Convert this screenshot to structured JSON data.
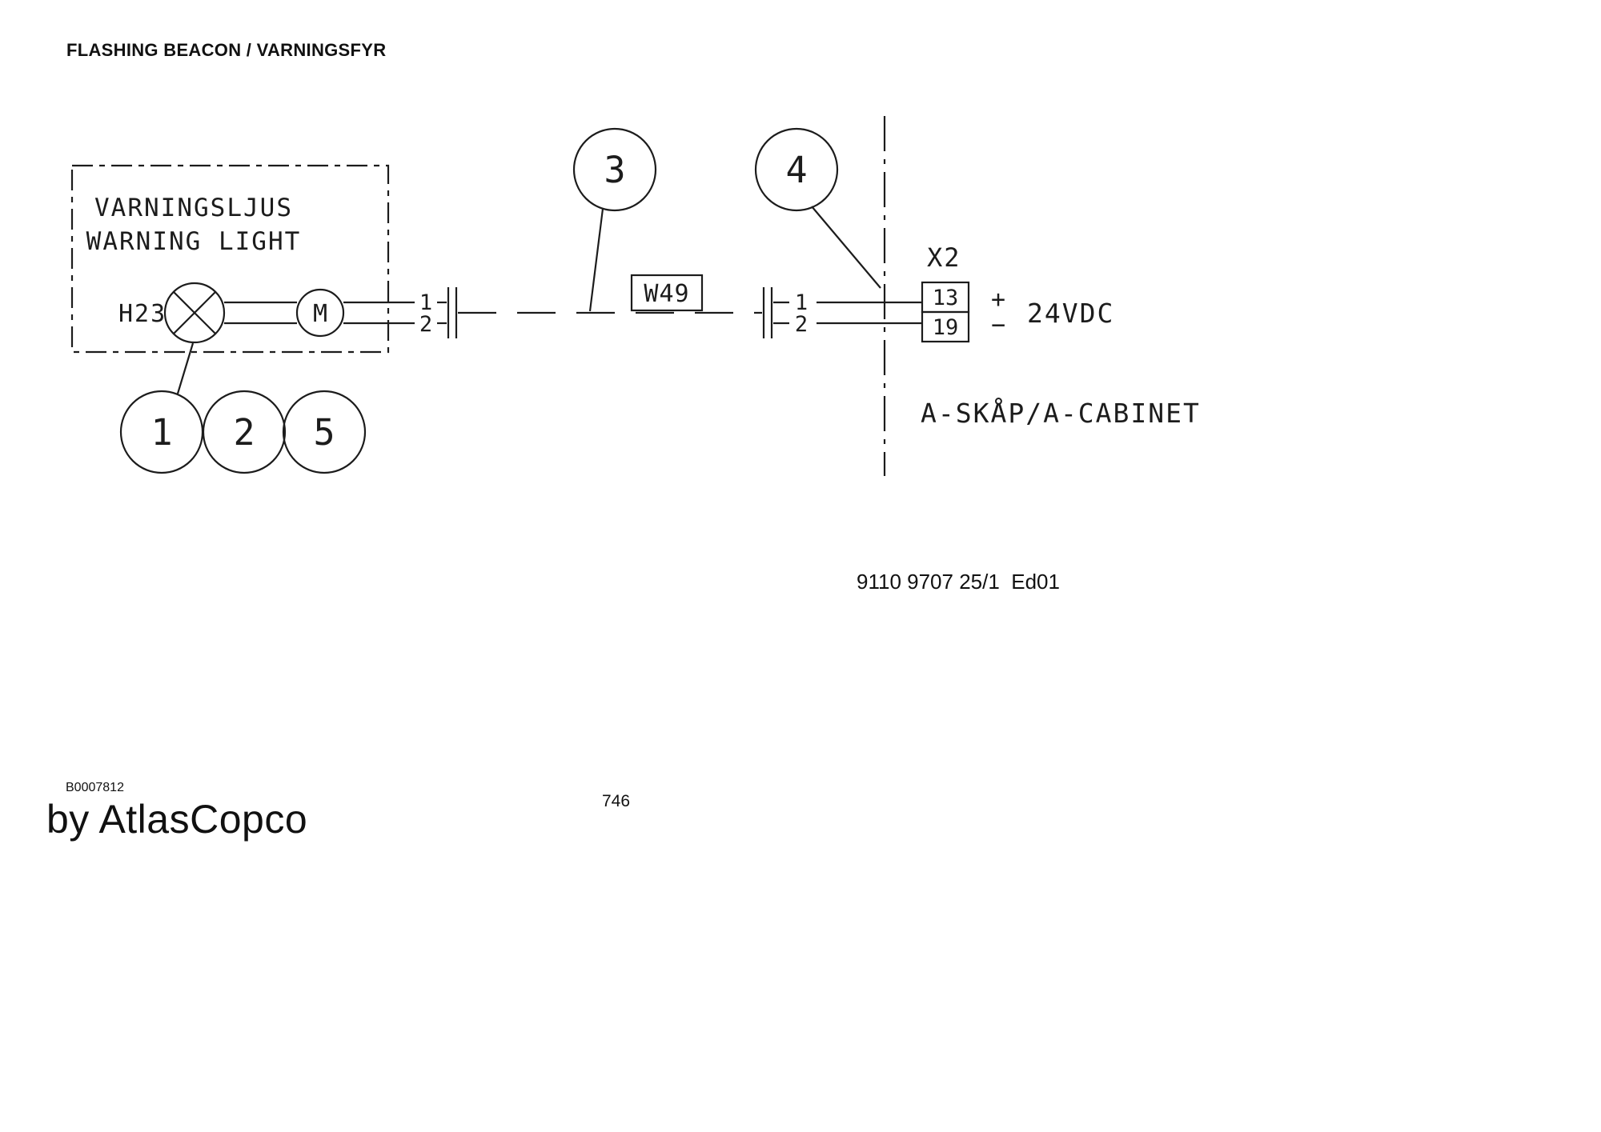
{
  "page": {
    "title": "FLASHING BEACON / VARNINGSFYR",
    "doc_number": "9110 9707 25/1  Ed01",
    "drawing_ref": "B0007812",
    "page_number": "746",
    "brand": "by AtlasCopco"
  },
  "diagram": {
    "enclosure": {
      "line1": "VARNINGSLJUS",
      "line2": "WARNING LIGHT"
    },
    "lamp_label": "H23",
    "motor_label": "M",
    "cable_label": "W49",
    "left_connector": {
      "pin1": "1",
      "pin2": "2"
    },
    "right_connector": {
      "pin1": "1",
      "pin2": "2"
    },
    "terminal_strip": "X2",
    "terminals": {
      "t13": "13",
      "t19": "19"
    },
    "polarity": {
      "plus": "+",
      "minus": "−"
    },
    "voltage": "24VDC",
    "cabinet": "A-SKÅP/A-CABINET",
    "callouts": {
      "c1": "1",
      "c2": "2",
      "c5": "5",
      "c3": "3",
      "c4": "4"
    }
  }
}
